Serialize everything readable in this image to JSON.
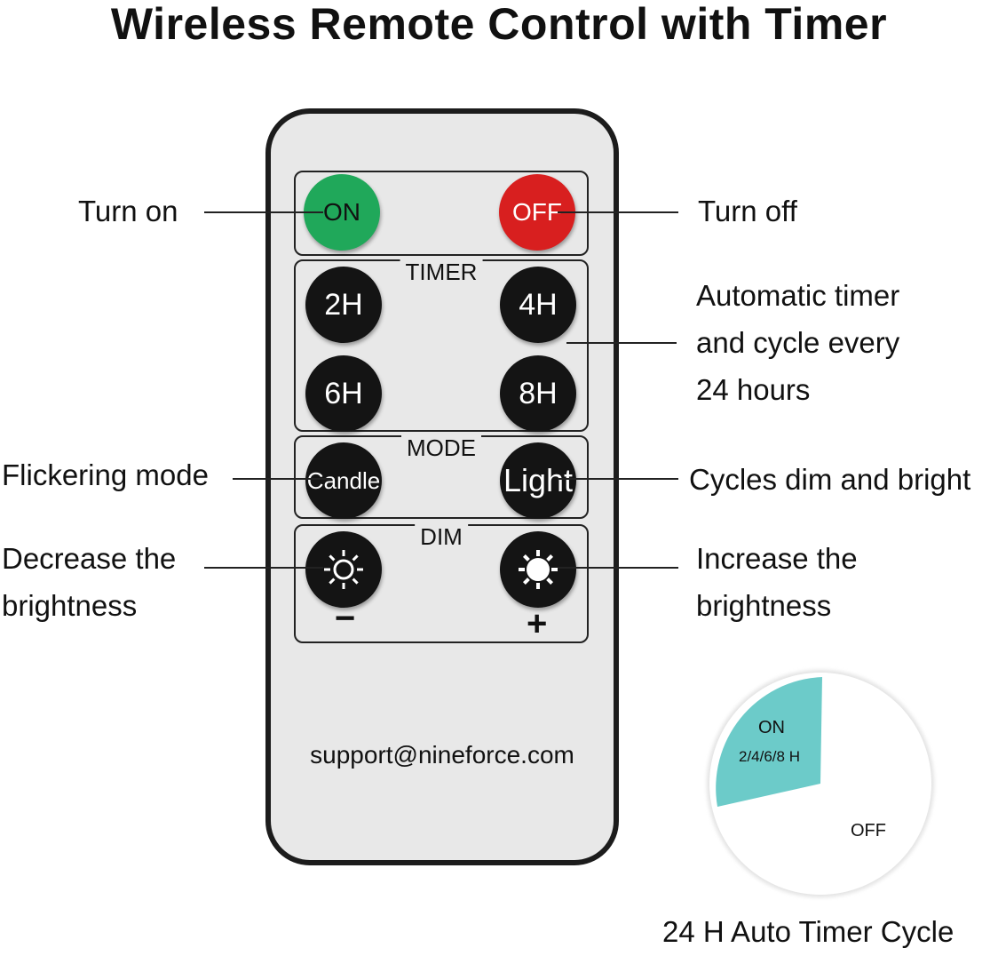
{
  "title": "Wireless Remote Control with Timer",
  "remote": {
    "buttons": {
      "on": "ON",
      "off": "OFF",
      "h2": "2H",
      "h4": "4H",
      "h6": "6H",
      "h8": "8H",
      "candle": "Candle",
      "light": "Light"
    },
    "sections": {
      "timer": "TIMER",
      "mode": "MODE",
      "dim": "DIM"
    },
    "minus": "−",
    "plus": "+",
    "support": "support@nineforce.com"
  },
  "labels": {
    "turn_on": "Turn on",
    "turn_off": "Turn off",
    "timer_line1": "Automatic timer",
    "timer_line2": "and cycle every",
    "timer_line3": "24 hours",
    "flicker": "Flickering mode",
    "cycles": "Cycles dim and bright",
    "decrease_line1": "Decrease the",
    "decrease_line2": "brightness",
    "increase_line1": "Increase the",
    "increase_line2": "brightness"
  },
  "cycle": {
    "on": "ON",
    "on_hours": "2/4/6/8 H",
    "off": "OFF",
    "caption": "24 H Auto Timer Cycle",
    "on_color": "#6ccbc9",
    "off_color": "#ffffff"
  },
  "colors": {
    "on_button": "#20a85a",
    "off_button": "#d81f1f",
    "button": "#141414",
    "remote_body": "#e8e8e8"
  },
  "icons": {
    "decrease": "sun-outline-icon",
    "increase": "sun-solid-icon"
  }
}
